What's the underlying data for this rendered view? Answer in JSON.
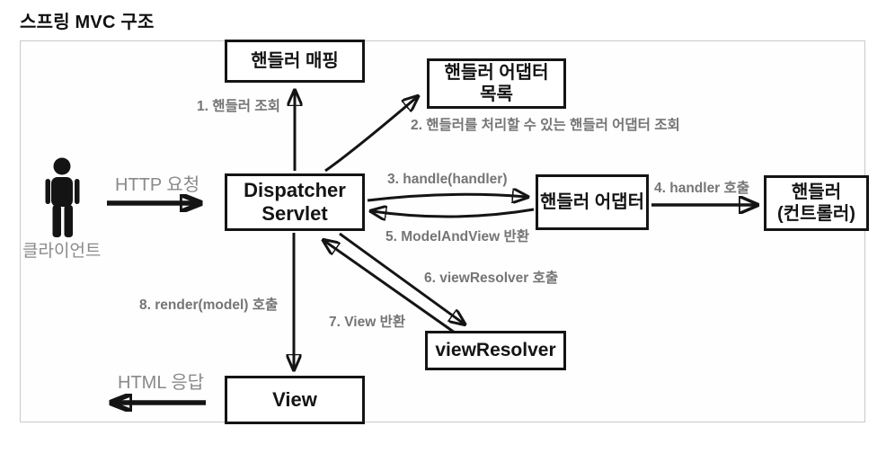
{
  "title": "스프링 MVC 구조",
  "colors": {
    "node_border": "#141414",
    "step_label_gray": "#757575",
    "io_label_gray": "#8a8a8a",
    "frame_border": "#c9c9c9"
  },
  "client": {
    "label": "클라이언트",
    "request_label": "HTTP 요청",
    "response_label": "HTML 응답"
  },
  "nodes": {
    "handler_mapping": {
      "label": "핸들러 매핑"
    },
    "handler_adapter_list": {
      "line1": "핸들러 어댑터",
      "line2": "목록"
    },
    "dispatcher_servlet": {
      "line1": "Dispatcher",
      "line2": "Servlet"
    },
    "handler_adapter": {
      "label": "핸들러 어댑터"
    },
    "handler_controller": {
      "line1": "핸들러",
      "line2": "(컨트롤러)"
    },
    "view_resolver": {
      "label": "viewResolver"
    },
    "view": {
      "label": "View"
    }
  },
  "steps": {
    "s1": "1. 핸들러 조회",
    "s2": "2. 핸들러를 처리할 수 있는 핸들러 어댑터 조회",
    "s3": "3. handle(handler)",
    "s4": "4. handler 호출",
    "s5": "5. ModelAndView 반환",
    "s6": "6. viewResolver 호출",
    "s7": "7. View 반환",
    "s8": "8. render(model) 호출"
  }
}
